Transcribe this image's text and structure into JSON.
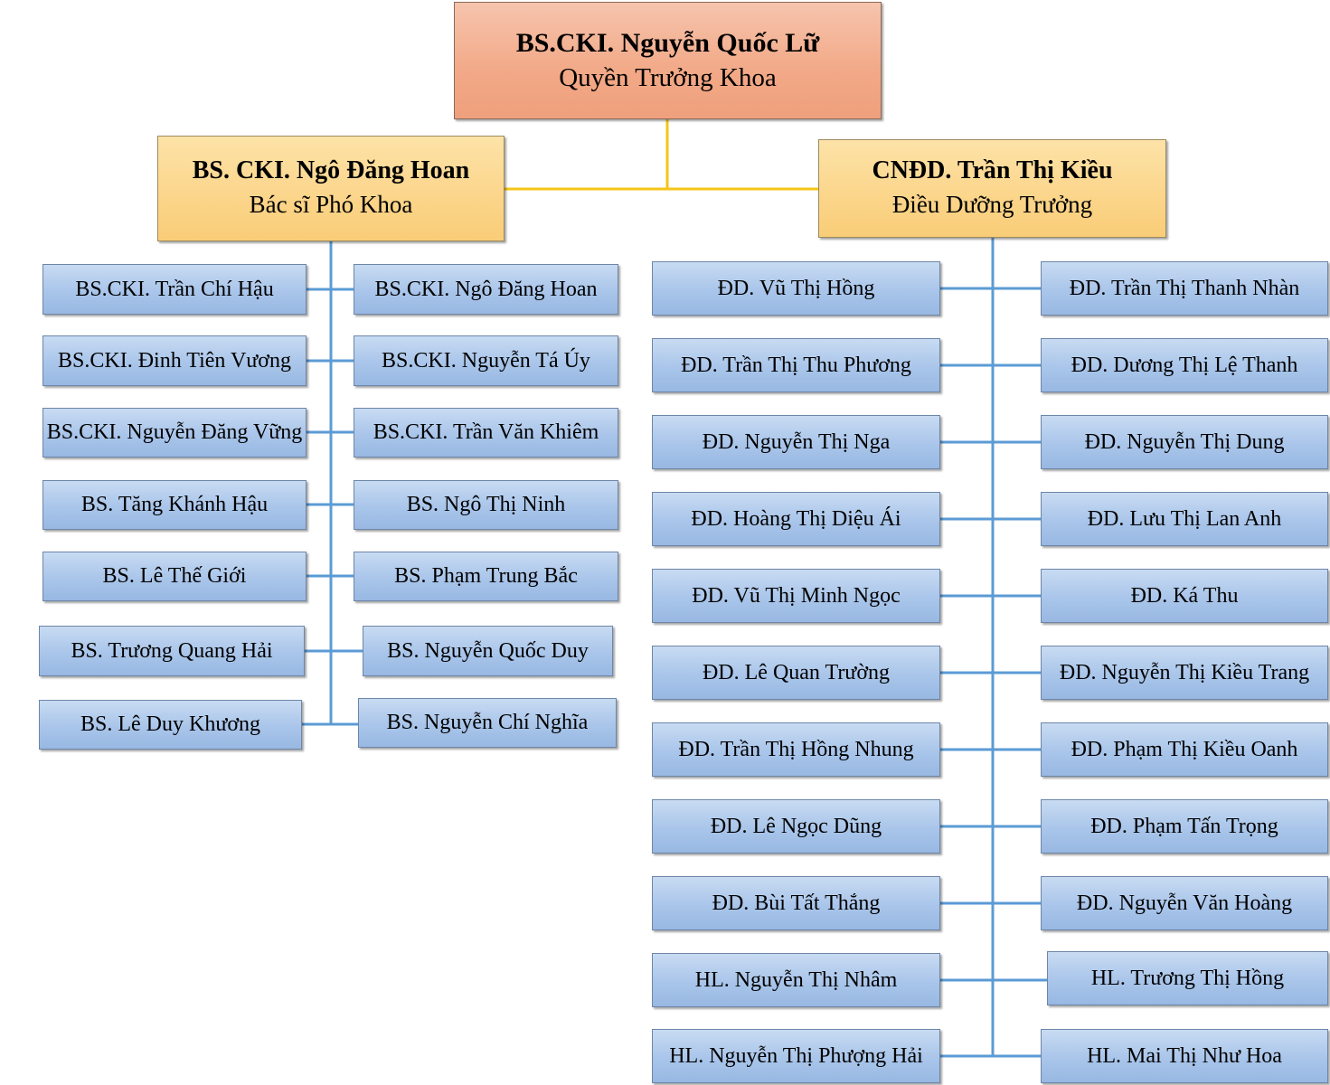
{
  "head": {
    "name": "BS.CKI. Nguyễn Quốc Lữ",
    "role": "Quyền Trưởng Khoa"
  },
  "deputy_doctor": {
    "name": "BS. CKI. Ngô Đăng Hoan",
    "role": "Bác sĩ Phó Khoa"
  },
  "head_nurse": {
    "name": "CNĐD. Trần Thị Kiều",
    "role": "Điều Dưỡng Trưởng"
  },
  "doctors_left": [
    "BS.CKI. Trần Chí Hậu",
    "BS.CKI. Đinh Tiên Vương",
    "BS.CKI. Nguyễn Đăng Vững",
    "BS. Tăng Khánh Hậu",
    "BS. Lê Thế Giới",
    "BS. Trương Quang Hải",
    "BS. Lê Duy Khương"
  ],
  "doctors_right": [
    "BS.CKI. Ngô Đăng Hoan",
    "BS.CKI. Nguyễn Tá Úy",
    "BS.CKI. Trần Văn Khiêm",
    "BS. Ngô Thị Ninh",
    "BS. Phạm Trung Bắc",
    "BS. Nguyễn Quốc Duy",
    "BS. Nguyễn Chí Nghĩa"
  ],
  "nurses_left": [
    "ĐD. Vũ Thị Hồng",
    "ĐD. Trần Thị Thu Phương",
    "ĐD. Nguyễn Thị Nga",
    "ĐD. Hoàng Thị Diệu Ái",
    "ĐD. Vũ Thị Minh Ngọc",
    "ĐD. Lê Quan Trường",
    "ĐD. Trần Thị Hồng Nhung",
    "ĐD. Lê Ngọc Dũng",
    "ĐD. Bùi Tất Thắng",
    "HL. Nguyễn Thị Nhâm",
    "HL. Nguyễn Thị Phượng Hải"
  ],
  "nurses_right": [
    "ĐD. Trần Thị Thanh Nhàn",
    "ĐD. Dương Thị Lệ Thanh",
    "ĐD. Nguyễn Thị Dung",
    "ĐD. Lưu Thị Lan Anh",
    "ĐD. Ká Thu",
    "ĐD. Nguyễn Thị Kiều Trang",
    "ĐD. Phạm Thị Kiều Oanh",
    "ĐD. Phạm Tấn Trọng",
    "ĐD. Nguyễn Văn Hoàng",
    "HL. Trương Thị Hồng",
    "HL. Mai Thị Như Hoa"
  ],
  "colors": {
    "head_connector": "#f5c518",
    "member_connector": "#5b9bd5"
  }
}
